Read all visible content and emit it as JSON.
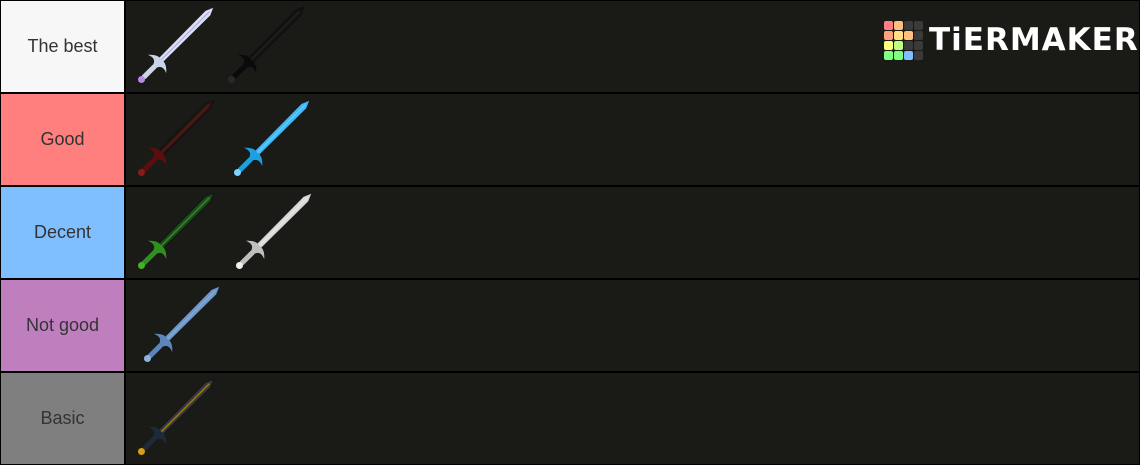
{
  "brand": {
    "name": "TiERMAKER",
    "colors": [
      "#ff7f7f",
      "#ffbf7f",
      "#3a3a3a",
      "#3a3a3a",
      "#ff9f7f",
      "#ffdf7f",
      "#ffbf7f",
      "#3a3a3a",
      "#ffff7f",
      "#bfff7f",
      "#3a3a3a",
      "#3a3a3a",
      "#7fff7f",
      "#7fff7f",
      "#7fbfff",
      "#3a3a3a"
    ]
  },
  "tiers": [
    {
      "label": "The best",
      "color": "#f7f7f7",
      "items": [
        {
          "icon": "silver-sword-with-purple-sparkle-icon",
          "blade": "#d8e4f4",
          "hilt": "#c9d6ea",
          "accent": "#b58be0"
        },
        {
          "icon": "black-sword-icon",
          "blade": "#141414",
          "hilt": "#0a0a0a",
          "accent": "#2a2a2a"
        }
      ]
    },
    {
      "label": "Good",
      "color": "#ff7f7f",
      "items": [
        {
          "icon": "dark-red-sword-icon",
          "blade": "#2a1414",
          "hilt": "#5a0f0f",
          "accent": "#8b1a1a"
        },
        {
          "icon": "blue-sword-icon",
          "blade": "#3fb8f5",
          "hilt": "#1f9fe0",
          "accent": "#7dd3ff"
        }
      ]
    },
    {
      "label": "Decent",
      "color": "#7fbfff",
      "items": [
        {
          "icon": "green-sword-icon",
          "blade": "#1e4a1e",
          "hilt": "#2f8f1f",
          "accent": "#45b02a"
        },
        {
          "icon": "white-sword-icon",
          "blade": "#d9d9d9",
          "hilt": "#bfbfbf",
          "accent": "#f0f0f0"
        }
      ]
    },
    {
      "label": "Not good",
      "color": "#bf7fbf",
      "items": [
        {
          "icon": "light-blue-sword-icon",
          "blade": "#6f98c8",
          "hilt": "#5c86bb",
          "accent": "#8fb3de"
        }
      ]
    },
    {
      "label": "Basic",
      "color": "#7f7f7f",
      "items": [
        {
          "icon": "gray-sword-gold-guard-icon",
          "blade": "#3a3a3a",
          "hilt": "#1e2a3a",
          "accent": "#d4a017"
        }
      ]
    }
  ]
}
